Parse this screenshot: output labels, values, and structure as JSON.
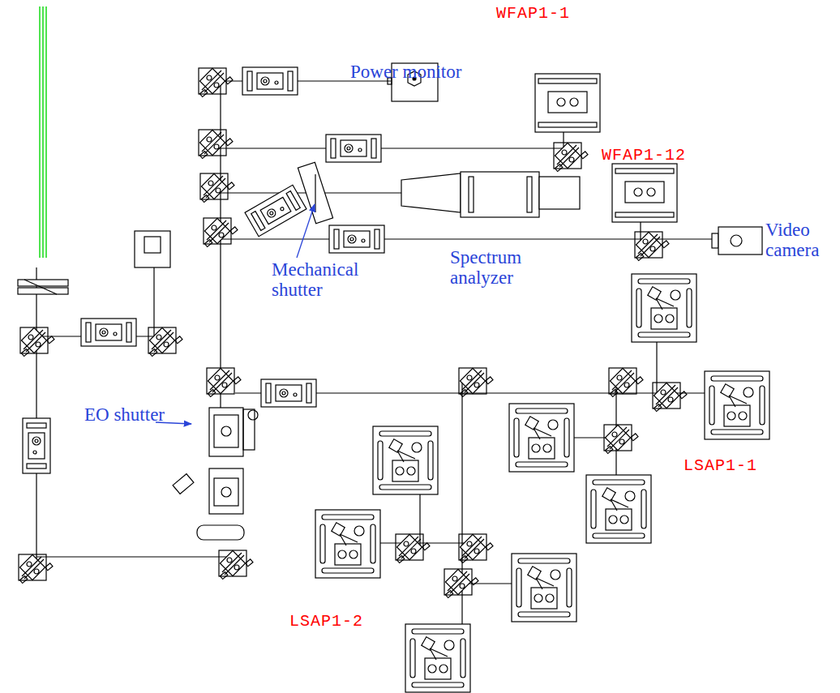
{
  "diagram": {
    "labels": [
      "Power monitor",
      "WFAP1-1",
      "WFAP1-12",
      "Video camera",
      "Mechanical shutter",
      "Spectrum analyzer",
      "EO shutter",
      "LSAP1-1",
      "LSAP1-2"
    ]
  }
}
